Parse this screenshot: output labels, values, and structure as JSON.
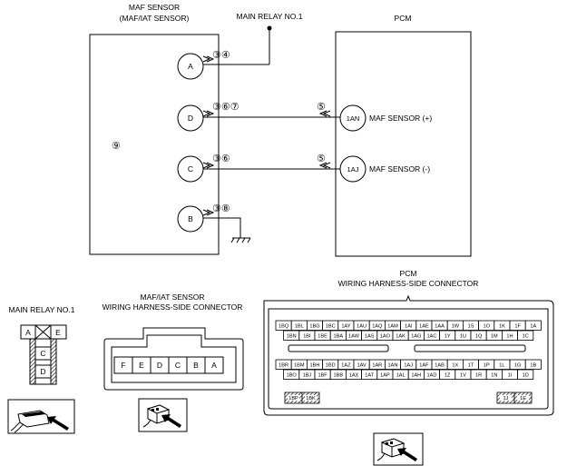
{
  "schematic": {
    "maf_sensor_title": [
      "MAF SENSOR",
      "(MAF/IAT SENSOR)"
    ],
    "main_relay_label": "MAIN RELAY NO.1",
    "pcm_label": "PCM",
    "maf_note": "⑨",
    "maf_pins": [
      {
        "pin": "A",
        "notes": "③④"
      },
      {
        "pin": "D",
        "notes": "③⑥⑦"
      },
      {
        "pin": "C",
        "notes": "③⑥"
      },
      {
        "pin": "B",
        "notes": "③⑧"
      }
    ],
    "pcm_pins": [
      {
        "pin": "1AN",
        "note": "⑤",
        "label": "MAF SENSOR (+)"
      },
      {
        "pin": "1AJ",
        "note": "⑤",
        "label": "MAF SENSOR (-)"
      }
    ]
  },
  "relay_connector": {
    "title": "MAIN RELAY NO.1",
    "top_pins": [
      "A",
      "",
      "E"
    ],
    "middle_pin": "C",
    "bottom_pin": "D"
  },
  "maf_connector": {
    "title": [
      "MAF/IAT SENSOR",
      "WIRING HARNESS-SIDE CONNECTOR"
    ],
    "pins": [
      "F",
      "E",
      "D",
      "C",
      "B",
      "A"
    ]
  },
  "pcm_connector": {
    "title": [
      "PCM",
      "WIRING HARNESS-SIDE CONNECTOR"
    ],
    "row1": [
      "1BQ",
      "1BL",
      "1BG",
      "1BC",
      "1AY",
      "1AU",
      "1AQ",
      "1AM",
      "1AI",
      "1AE",
      "1AA",
      "1W",
      "1S",
      "1O",
      "1K",
      "1F",
      "1A"
    ],
    "row2": [
      "1BN",
      "1BI",
      "1BE",
      "1BA",
      "1AW",
      "1AS",
      "1AO",
      "1AK",
      "1AG",
      "1AC",
      "1Y",
      "1U",
      "1Q",
      "1M",
      "1H",
      "1C"
    ],
    "row3": [
      "1BR",
      "1BM",
      "1BH",
      "1BD",
      "1AZ",
      "1AV",
      "1AR",
      "1AN",
      "1AJ",
      "1AF",
      "1AB",
      "1X",
      "1T",
      "1P",
      "1L",
      "1G",
      "1B"
    ],
    "row4": [
      "1BO",
      "1BJ",
      "1BF",
      "1BB",
      "1AX",
      "1AT",
      "1AP",
      "1AL",
      "1AH",
      "1AD",
      "1Z",
      "1V",
      "1R",
      "1N",
      "1I",
      "1D"
    ],
    "row5_left": [
      "1BP",
      "1BK"
    ],
    "row5_right": [
      "1J",
      "1E"
    ]
  }
}
